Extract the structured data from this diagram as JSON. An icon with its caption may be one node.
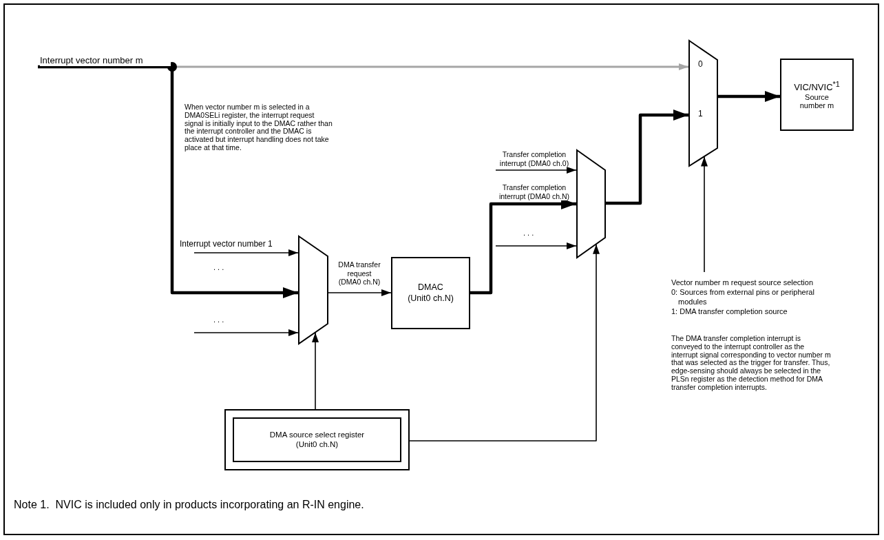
{
  "diagram": {
    "caption": "Note 1.  NVIC is included only in products incorporating an R-IN engine.",
    "nodes": [
      {
        "text": [],
        "shape": "circle"
      },
      {
        "text": [],
        "shape": "trapezoid"
      },
      {
        "text": [
          "DMAC",
          "(Unit0 ch.N)"
        ]
      },
      {
        "text": [],
        "shape": "trapezoid"
      },
      {
        "text": [
          "0",
          "1"
        ]
      },
      {
        "text": [
          "VIC/NVIC$^{*1}$",
          "Source number m"
        ]
      },
      {
        "text": [
          "DMA source select register (Unit0 ch.N)"
        ]
      }
    ],
    "edges": [
      {
        "from": null,
        "to": 0,
        "arrow": "none",
        "style": "thick",
        "label": "Interrupt vector number m"
      },
      {
        "from": 0,
        "to": 4,
        "arrow": "to",
        "color": "#a6a6a6"
      },
      {
        "from": 0,
        "to": 1,
        "arrow": "to",
        "style": "thick"
      },
      {
        "from": null,
        "to": 1,
        "arrow": "to",
        "label": "Interrupt vector number 1"
      },
      {
        "from": null,
        "to": 1,
        "arrow": "to"
      },
      {
        "from": 1,
        "to": 2,
        "arrow": "to",
        "label": "DMA transfer request (DMA0 ch.N)"
      },
      {
        "from": 6,
        "to": 1,
        "arrow": "to"
      },
      {
        "from": null,
        "to": 3,
        "arrow": "to",
        "label": "Transfer completion interrupt (DMA0 ch.0)"
      },
      {
        "from": 2,
        "to": 3,
        "arrow": "to",
        "style": "thick",
        "label": "Transfer completion interrupt (DMA0 ch.N)"
      },
      {
        "from": null,
        "to": 3,
        "arrow": "to"
      },
      {
        "from": 6,
        "to": 3,
        "arrow": "to"
      },
      {
        "from": 3,
        "to": 4,
        "arrow": "to",
        "style": "thick"
      },
      {
        "from": 4,
        "to": 5,
        "arrow": "to",
        "style": "thick"
      },
      {
        "from": null,
        "to": 4,
        "arrow": "to"
      }
    ],
    "labels": [
      "When vector number m is selected in a DMA0SELi register, the interrupt request signal is initially input to the DMAC rather than the interrupt controller and the DMAC is activated but interrupt handling does not take place at that time.",
      ". . .",
      ". . .",
      ". . .",
      "Vector number m request source selection",
      "0: Sources from external pins or peripheral modules",
      "1: DMA transfer completion source",
      "The DMA transfer completion interrupt is conveyed to the interrupt controller as the interrupt signal corresponding to vector number m that was selected as the trigger for transfer. Thus, edge-sensing should always be selected in the PLSn register as the detection method for DMA transfer completion interrupts."
    ]
  }
}
